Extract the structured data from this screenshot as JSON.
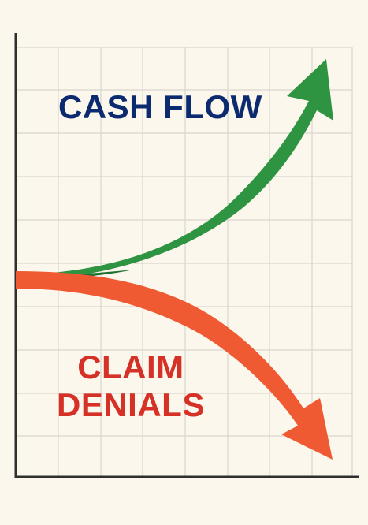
{
  "background_color": "#fcf7ec",
  "labels": {
    "up_trend": {
      "text": "CASH FLOW",
      "color": "#0b2a6f"
    },
    "down_trend_line1": {
      "text": "CLAIM",
      "color": "#d63127"
    },
    "down_trend_line2": {
      "text": "DENIALS",
      "color": "#d63127"
    }
  },
  "arrows": {
    "up": {
      "color": "#2e9441",
      "shade": "#1f6f31",
      "icon": "trend-up-arrow-icon"
    },
    "down": {
      "color": "#ef5a33",
      "icon": "trend-down-arrow-icon"
    }
  }
}
